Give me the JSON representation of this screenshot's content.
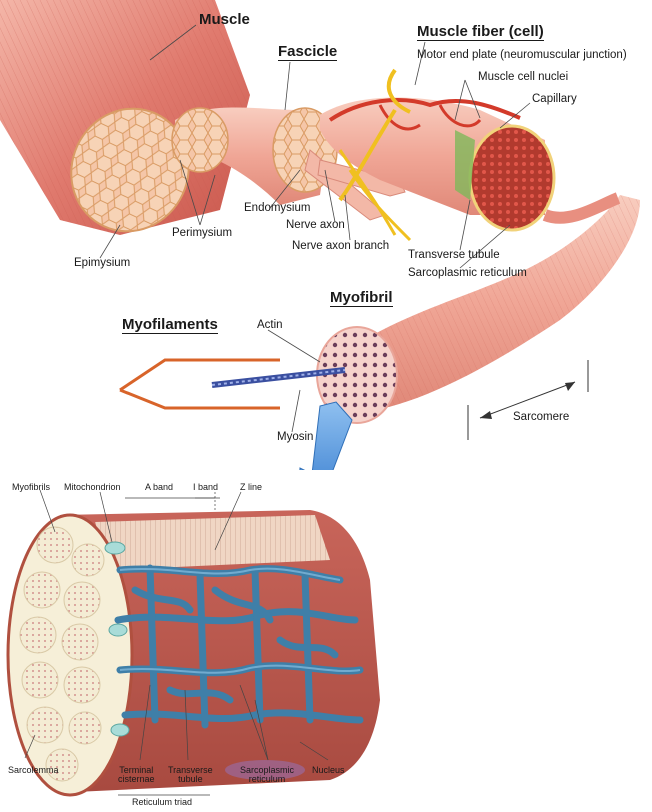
{
  "top_diagram": {
    "labels": {
      "muscle": "Muscle",
      "fascicle": "Fascicle",
      "muscle_fiber": "Muscle fiber (cell)",
      "motor_end_plate": "Motor end plate (neuromuscular junction)",
      "muscle_cell_nuclei": "Muscle cell nuclei",
      "capillary": "Capillary",
      "endomysium": "Endomysium",
      "perimysium": "Perimysium",
      "nerve_axon": "Nerve axon",
      "nerve_axon_branch": "Nerve axon branch",
      "transverse_tubule": "Transverse tubule",
      "sarcoplasmic_reticulum": "Sarcoplasmic reticulum",
      "epimysium": "Epimysium",
      "myofibril": "Myofibril",
      "myofilaments": "Myofilaments",
      "actin": "Actin",
      "myosin": "Myosin",
      "sarcomere": "Sarcomere"
    }
  },
  "bottom_diagram": {
    "labels": {
      "myofibrils": "Myofibrils",
      "mitochondrion": "Mitochondrion",
      "a_band": "A band",
      "i_band": "I band",
      "z_line": "Z line",
      "sarcolemma": "Sarcolemma",
      "terminal_cisternae": "Terminal\ncisternae",
      "transverse_tubule": "Transverse\ntubule",
      "sarcoplasmic_reticulum": "Sarcoplasmic\nreticulum",
      "nucleus": "Nucleus",
      "reticulum_triad": "Reticulum triad"
    }
  },
  "colors": {
    "muscle": "#e07a6e",
    "fiber": "#f2b3a6",
    "nerve": "#f0c020",
    "capillary": "#d33a2a",
    "reticulum": "#3f7fa8",
    "arrow": "#4a8fd8"
  }
}
